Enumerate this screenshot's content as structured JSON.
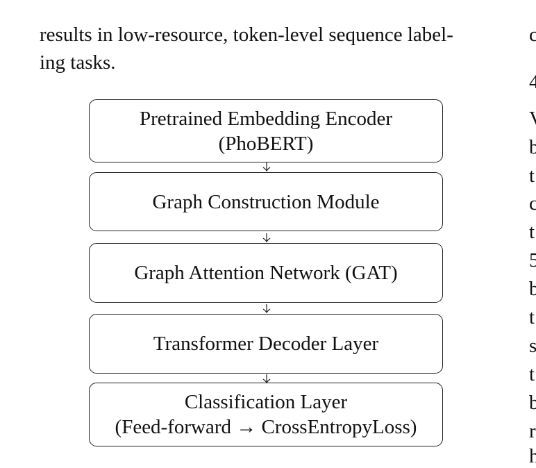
{
  "left_column": {
    "line1": "results in low-resource, token-level sequence label-",
    "line2": "ing tasks."
  },
  "diagram": {
    "boxes": [
      {
        "line1": "Pretrained Embedding Encoder",
        "line2": "(PhoBERT)"
      },
      {
        "line1": "Graph Construction Module"
      },
      {
        "line1": "Graph Attention Network (GAT)"
      },
      {
        "line1": "Transformer Decoder Layer"
      },
      {
        "line1": "Classification Layer",
        "line2": "(Feed-forward → CrossEntropyLoss)"
      }
    ]
  },
  "right_column_fragments": [
    "c",
    "4",
    "V",
    "b",
    "t",
    "c",
    "t",
    "5",
    "b",
    "t",
    "s",
    "t",
    "b",
    "r",
    "h"
  ]
}
